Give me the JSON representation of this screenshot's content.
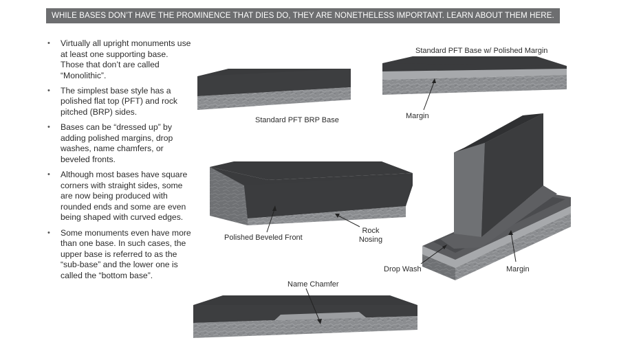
{
  "banner": "WHILE BASES DON’T HAVE THE PROMINENCE THAT DIES DO, THEY ARE NONETHELESS IMPORTANT.  LEARN ABOUT THEM HERE.",
  "bullets": [
    "Virtually all upright monuments use at least one supporting base.  Those that don’t are called “Monolithic”.",
    "The simplest base style has a polished flat top (PFT) and rock pitched (BRP) sides.",
    "Bases can be “dressed up” by adding polished margins, drop washes, name chamfers, or beveled fronts.",
    "Although most bases have square corners with straight sides, some are now being produced with rounded ends and some are even being shaped with curved edges.",
    "Some monuments even have more than one base.  In such cases, the upper base is referred to as the “sub-base” and the lower one is called the “bottom base”."
  ],
  "labels": {
    "standard_pft_brp": "Standard PFT BRP Base",
    "pft_polished_margin": "Standard PFT Base w/ Polished Margin",
    "margin_1": "Margin",
    "polished_beveled_front": "Polished Beveled Front",
    "rock_nosing": "Rock\nNosing",
    "drop_wash": "Drop Wash",
    "margin_2": "Margin",
    "name_chamfer": "Name Chamfer"
  },
  "colors": {
    "banner_bg": "#6d6e70",
    "polished_top": "#3a3b3d",
    "rock_side": "#8a8c8f",
    "margin_band": "#a7a9ac"
  }
}
